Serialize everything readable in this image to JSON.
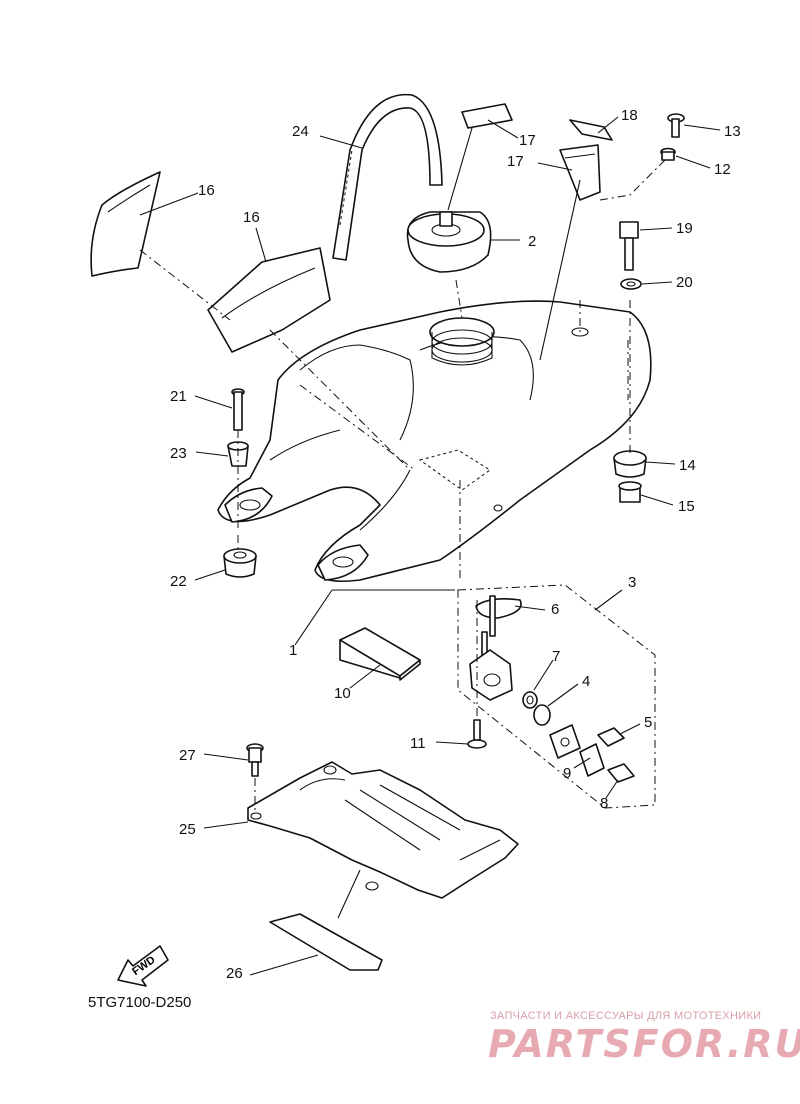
{
  "diagram_code": "5TG7100-D250",
  "watermark": {
    "subtitle": "ЗАПЧАСТИ И АКСЕССУАРЫ ДЛЯ МОТОТЕХНИКИ",
    "logo": "PARTSFOR.RU"
  },
  "fwd_label": "FWD",
  "callouts": [
    "1",
    "2",
    "3",
    "4",
    "5",
    "6",
    "7",
    "8",
    "9",
    "10",
    "11",
    "12",
    "13",
    "14",
    "15",
    "16",
    "16",
    "17",
    "17",
    "18",
    "19",
    "20",
    "21",
    "22",
    "23",
    "24",
    "25",
    "26",
    "27"
  ]
}
